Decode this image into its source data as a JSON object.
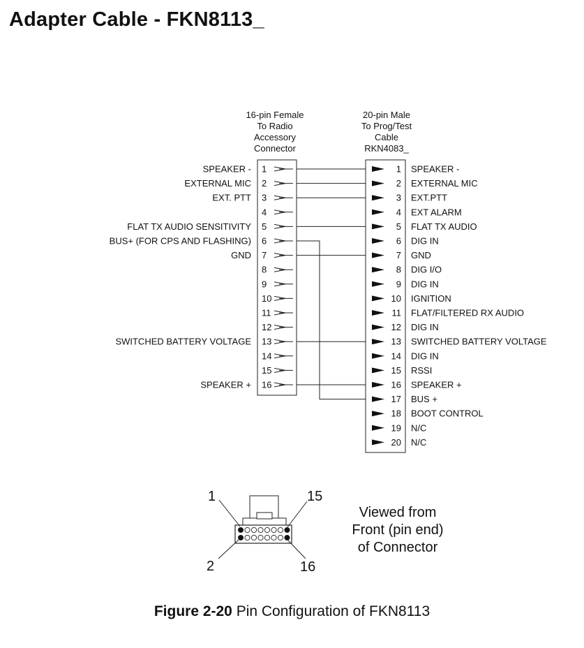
{
  "title": "Adapter Cable - FKN8113_",
  "left_connector": {
    "heading": [
      "16-pin Female",
      "To Radio",
      "Accessory",
      "Connector"
    ],
    "pins": [
      {
        "num": "1",
        "label": "SPEAKER -"
      },
      {
        "num": "2",
        "label": "EXTERNAL MIC"
      },
      {
        "num": "3",
        "label": "EXT. PTT"
      },
      {
        "num": "4",
        "label": ""
      },
      {
        "num": "5",
        "label": "FLAT TX AUDIO SENSITIVITY"
      },
      {
        "num": "6",
        "label": "BUS+ (FOR CPS AND FLASHING)"
      },
      {
        "num": "7",
        "label": "GND"
      },
      {
        "num": "8",
        "label": ""
      },
      {
        "num": "9",
        "label": ""
      },
      {
        "num": "10",
        "label": ""
      },
      {
        "num": "11",
        "label": ""
      },
      {
        "num": "12",
        "label": ""
      },
      {
        "num": "13",
        "label": "SWITCHED BATTERY VOLTAGE"
      },
      {
        "num": "14",
        "label": ""
      },
      {
        "num": "15",
        "label": ""
      },
      {
        "num": "16",
        "label": "SPEAKER +"
      }
    ]
  },
  "right_connector": {
    "heading": [
      "20-pin Male",
      "To Prog/Test",
      "Cable",
      "RKN4083_"
    ],
    "pins": [
      {
        "num": "1",
        "label": "SPEAKER -"
      },
      {
        "num": "2",
        "label": "EXTERNAL MIC"
      },
      {
        "num": "3",
        "label": "EXT.PTT"
      },
      {
        "num": "4",
        "label": "EXT ALARM"
      },
      {
        "num": "5",
        "label": "FLAT TX AUDIO"
      },
      {
        "num": "6",
        "label": "DIG IN"
      },
      {
        "num": "7",
        "label": "GND"
      },
      {
        "num": "8",
        "label": "DIG I/O"
      },
      {
        "num": "9",
        "label": "DIG IN"
      },
      {
        "num": "10",
        "label": "IGNITION"
      },
      {
        "num": "11",
        "label": "FLAT/FILTERED RX AUDIO"
      },
      {
        "num": "12",
        "label": "DIG IN"
      },
      {
        "num": "13",
        "label": "SWITCHED BATTERY VOLTAGE"
      },
      {
        "num": "14",
        "label": "DIG IN"
      },
      {
        "num": "15",
        "label": "RSSI"
      },
      {
        "num": "16",
        "label": "SPEAKER +"
      },
      {
        "num": "17",
        "label": "BUS +"
      },
      {
        "num": "18",
        "label": "BOOT CONTROL"
      },
      {
        "num": "19",
        "label": "N/C"
      },
      {
        "num": "20",
        "label": "N/C"
      }
    ]
  },
  "connections": [
    {
      "from": 1,
      "to": 1
    },
    {
      "from": 2,
      "to": 2
    },
    {
      "from": 3,
      "to": 3
    },
    {
      "from": 5,
      "to": 5
    },
    {
      "from": 6,
      "to": 17
    },
    {
      "from": 7,
      "to": 7
    },
    {
      "from": 13,
      "to": 13
    },
    {
      "from": 16,
      "to": 16
    }
  ],
  "connector_view": {
    "pin_labels": {
      "top_left": "1",
      "top_right": "15",
      "bottom_left": "2",
      "bottom_right": "16"
    },
    "note": [
      "Viewed from",
      "Front (pin end)",
      "of Connector"
    ]
  },
  "caption": {
    "figure": "Figure 2-20",
    "text": " Pin Configuration of FKN8113"
  }
}
